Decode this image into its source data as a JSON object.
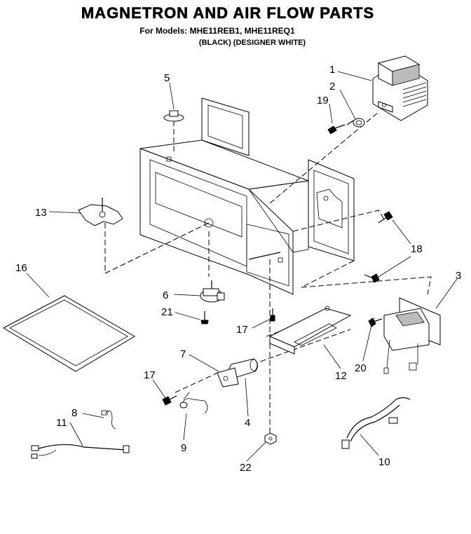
{
  "header": {
    "title": "MAGNETRON AND AIR FLOW PARTS",
    "models": "For Models: MHE11REB1, MHE11REQ1",
    "colors": "(BLACK)   (DESIGNER WHITE)"
  },
  "callouts": [
    "1",
    "2",
    "19",
    "5",
    "13",
    "16",
    "6",
    "21",
    "3",
    "18",
    "17",
    "12",
    "20",
    "7",
    "17",
    "4",
    "8",
    "11",
    "9",
    "22",
    "10"
  ]
}
